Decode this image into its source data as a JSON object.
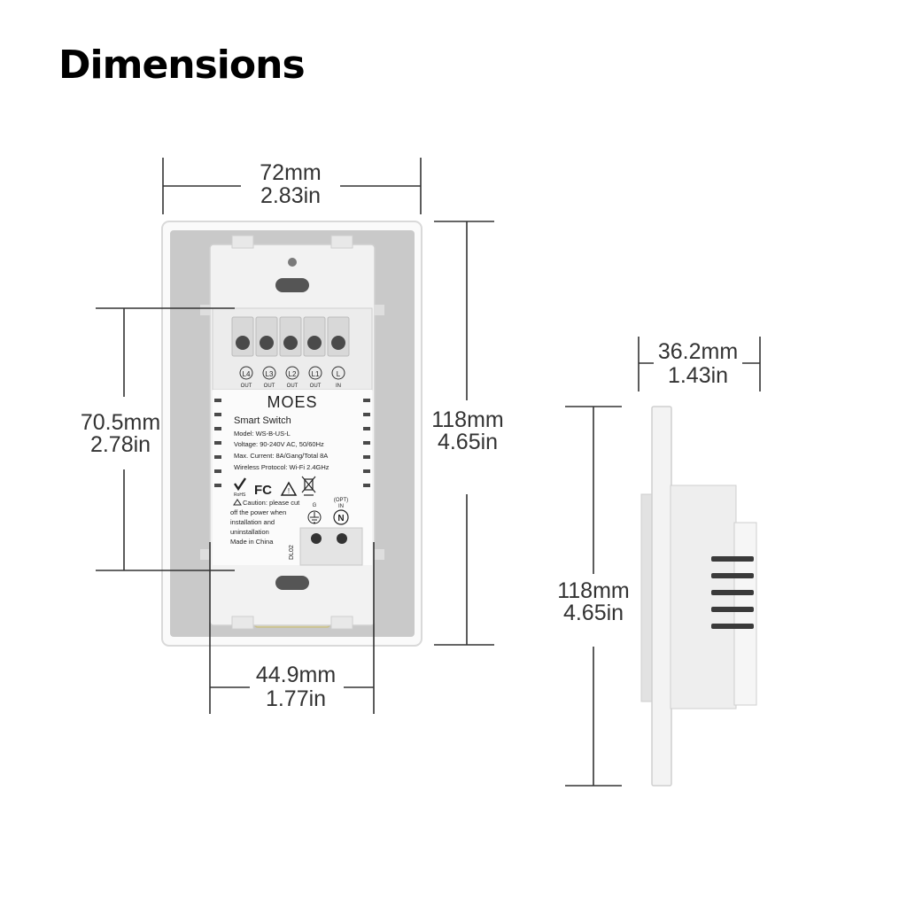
{
  "title": "Dimensions",
  "dimensions": {
    "width_mm": "72mm",
    "width_in": "2.83in",
    "height_mm": "118mm",
    "height_in": "4.65in",
    "module_height_mm": "70.5mm",
    "module_height_in": "2.78in",
    "module_width_mm": "44.9mm",
    "module_width_in": "1.77in",
    "depth_mm": "36.2mm",
    "depth_in": "1.43in",
    "side_height_mm": "118mm",
    "side_height_in": "4.65in"
  },
  "label": {
    "terminals": [
      {
        "id": "L4",
        "sub": "OUT"
      },
      {
        "id": "L3",
        "sub": "OUT"
      },
      {
        "id": "L2",
        "sub": "OUT"
      },
      {
        "id": "L1",
        "sub": "OUT"
      },
      {
        "id": "L",
        "sub": "IN"
      }
    ],
    "brand": "MOES",
    "product": "Smart Switch",
    "model": "Model: WS-B-US-L",
    "voltage": "Voltage: 90-240V AC, 50/60Hz",
    "current": "Max. Current: 8A/Gang/Total 8A",
    "wireless": "Wireless Protocol: Wi-Fi 2.4GHz",
    "cert_fc": "FC",
    "rohs": "RoHS",
    "caution": [
      "Caution: please cut",
      "off the power when",
      "installation and",
      "uninstallation",
      "Made in China"
    ],
    "ground_label": "G",
    "opt_label": "(OPT)",
    "in_label": "IN",
    "neutral": "N",
    "code": "DL02"
  }
}
